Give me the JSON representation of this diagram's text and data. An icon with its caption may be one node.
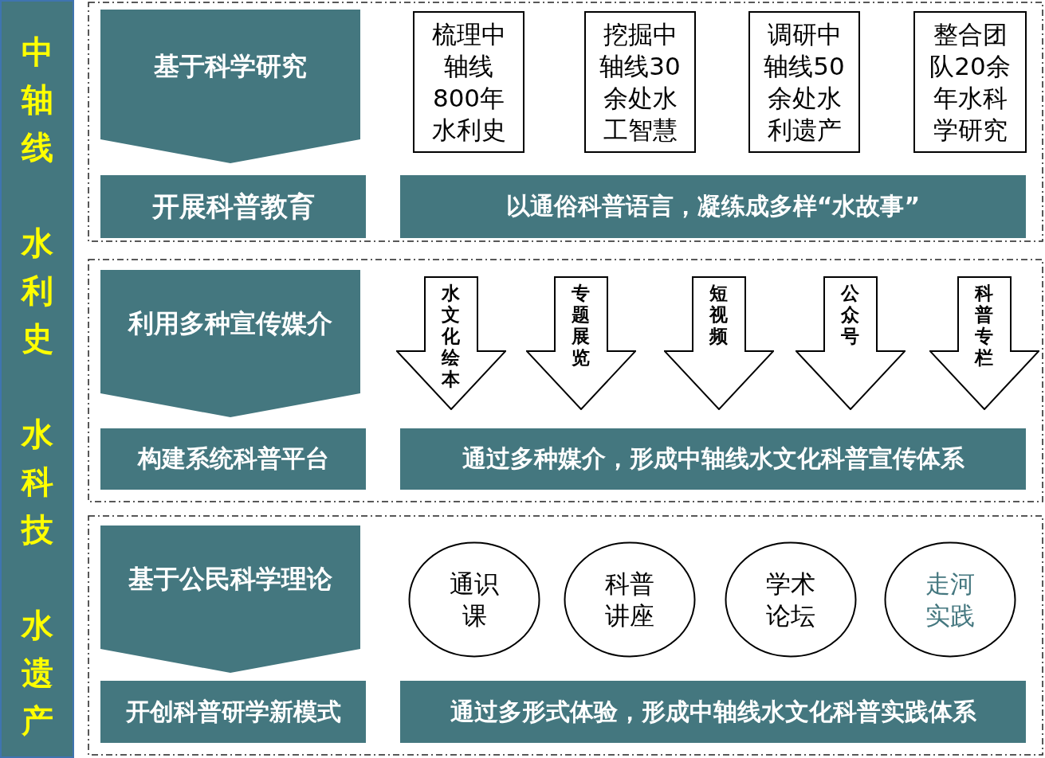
{
  "diagram": {
    "nodes": [
      {
        "text": [
          "中轴线",
          "水利史",
          "水科技",
          "水遗产"
        ]
      },
      {
        "text": [],
        "shape": "box"
      },
      {
        "text": [
          "基于科学研究"
        ],
        "in": 1
      },
      {
        "text": [
          "梳理中轴线800年水利史"
        ],
        "in": 1
      },
      {
        "text": [
          "挖掘中轴线30余处水工智慧"
        ],
        "in": 1
      },
      {
        "text": [
          "调研中轴线50余处水利遗产"
        ],
        "in": 1
      },
      {
        "text": [
          "整合团队20余年水科学研究"
        ],
        "in": 1
      },
      {
        "text": [
          "开展科普教育"
        ],
        "in": 1
      },
      {
        "text": [
          "以通俗科普语言，凝练成多样“水故事”"
        ],
        "in": 1
      },
      {
        "text": [],
        "shape": "box"
      },
      {
        "text": [
          "利用多种宣传媒介"
        ],
        "in": 9
      },
      {
        "text": [
          "水文化绘本"
        ],
        "in": 9
      },
      {
        "text": [
          "专题展览"
        ],
        "in": 9
      },
      {
        "text": [
          "短视频"
        ],
        "in": 9
      },
      {
        "text": [
          "公众号"
        ],
        "in": 9
      },
      {
        "text": [
          "科普专栏"
        ],
        "in": 9
      },
      {
        "text": [
          "构建系统科普平台"
        ],
        "in": 9
      },
      {
        "text": [
          "通过多种媒介，形成中轴线水文化科普宣传体系"
        ],
        "in": 9
      },
      {
        "text": [],
        "shape": "box"
      },
      {
        "text": [
          "基于公民科学理论"
        ],
        "in": 18
      },
      {
        "text": [
          "通识课"
        ],
        "in": 18
      },
      {
        "text": [
          "科普讲座"
        ],
        "in": 18
      },
      {
        "text": [
          "学术论坛"
        ],
        "in": 18
      },
      {
        "text": [
          "走河实践"
        ],
        "in": 18
      },
      {
        "text": [
          "开创科普研学新模式"
        ],
        "in": 18
      },
      {
        "text": [
          "通过多形式体验，形成中轴线水文化科普实践体系"
        ],
        "in": 18
      }
    ]
  }
}
